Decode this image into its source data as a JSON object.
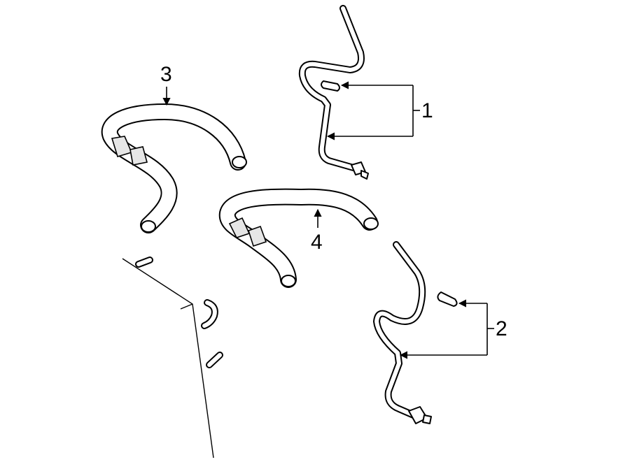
{
  "callouts": {
    "c1": "1",
    "c2": "2",
    "c3": "3",
    "c4": "4"
  },
  "colors": {
    "line": "#000000",
    "background": "#ffffff",
    "sleeve_shade": "#e6e6e6"
  }
}
